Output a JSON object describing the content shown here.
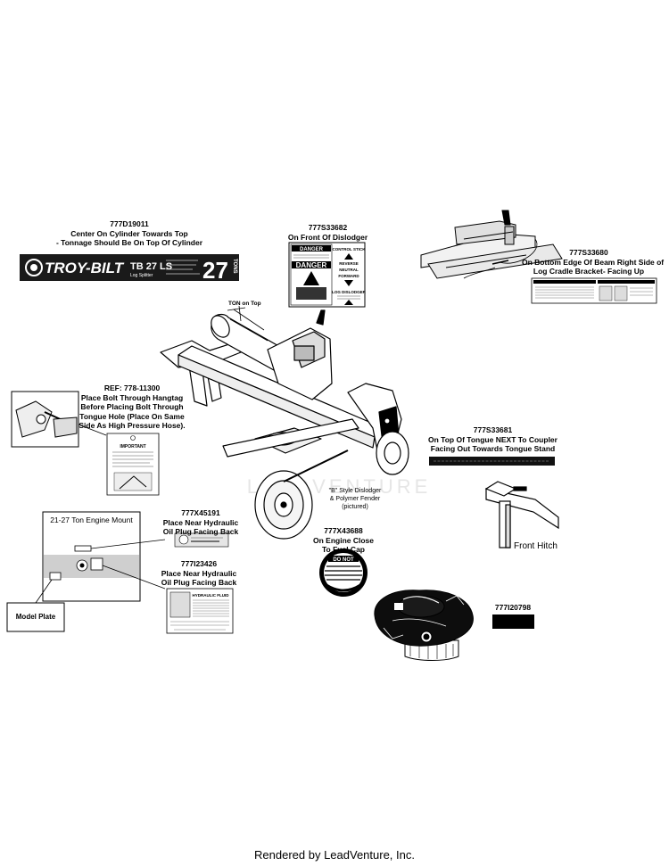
{
  "callouts": {
    "tb_decal": {
      "part": "777D19011",
      "lines": [
        "Center On Cylinder Towards Top",
        "- Tonnage Should Be On Top Of Cylinder"
      ]
    },
    "dislodger": {
      "part": "777S33682",
      "lines": [
        "On Front Of Dislodger"
      ]
    },
    "beam": {
      "part": "777S33680",
      "lines": [
        "On Bottom Edge Of Beam Right Side of",
        "Log Cradle Bracket- Facing Up"
      ]
    },
    "hangtag": {
      "part": "REF: 778-11300",
      "lines": [
        "Place Bolt Through Hangtag",
        "Before Placing Bolt Through",
        "Tongue Hole (Place On Same",
        "Side As High Pressure Hose)."
      ]
    },
    "tongue": {
      "part": "777S33681",
      "lines": [
        "On Top Of Tongue NEXT To Coupler",
        "Facing Out Towards Tongue Stand"
      ]
    },
    "oil_plug_1": {
      "part": "777X45191",
      "lines": [
        "Place Near Hydraulic",
        "Oil Plug Facing Back"
      ]
    },
    "oil_plug_2": {
      "part": "777I23426",
      "lines": [
        "Place Near Hydraulic",
        "Oil Plug Facing Back"
      ]
    },
    "fuel_cap": {
      "part": "777X43688",
      "lines": [
        "On Engine Close",
        "To Fuel Cap"
      ]
    },
    "engine": {
      "part": "777I20798"
    }
  },
  "labels": {
    "ton_on_top": "TON on Top",
    "engine_mount": "21-27 Ton Engine Mount",
    "model_plate": "Model Plate",
    "front_hitch": "Front Hitch",
    "dislodger_note": [
      "\"B\" Style Dislodger",
      "& Polymer Fender",
      "(pictured)"
    ],
    "watermark": "LEADVENTURE"
  },
  "decals": {
    "brand": "TROY-BILT",
    "model": "TB 27 LS",
    "model_sub": "Log Splitter",
    "tons": "27",
    "tons_unit": "TONS",
    "danger": "DANGER",
    "control_stick": "CONTROL STICK",
    "reverse": "REVERSE",
    "neutral": "NEUTRAL",
    "forward": "FORWARD",
    "log_dislodger": "LOG DISLODGER",
    "do_not": "DO NOT",
    "hydraulic_fluid": "HYDRAULIC FLUID",
    "important": "IMPORTANT"
  },
  "footer": "Rendered by LeadVenture, Inc."
}
